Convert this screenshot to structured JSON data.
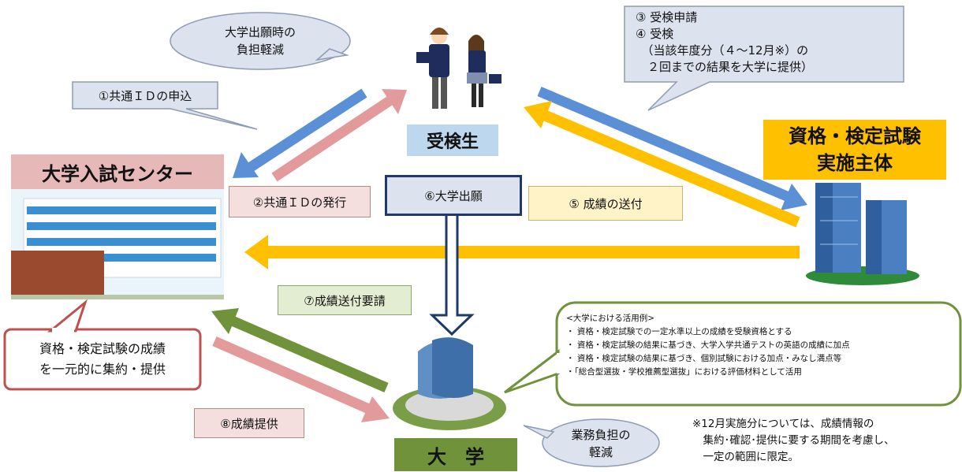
{
  "nodes": {
    "student": {
      "label": "受検生"
    },
    "center": {
      "label": "大学入試センター"
    },
    "provider": {
      "label": "資格・検定試験\n実施主体"
    },
    "university": {
      "label": "大　学"
    }
  },
  "bubbles": {
    "student_burden": "大学出願時の\n負担軽減",
    "exam_steps": "③ 受検申請\n④ 受検\n　（当該年度分（４～12月※）の\n　２回までの結果を大学に提供）",
    "center_role": "資格・検定試験の成績\nを一元的に集約・提供",
    "univ_burden": "業務負担の\n軽減",
    "step1": "①共通ＩＤの申込"
  },
  "steps": {
    "step2": "②共通ＩＤの発行",
    "step5": "⑤ 成績の送付",
    "step6": "⑥大学出願",
    "step7": "⑦成績送付要請",
    "step8": "⑧成績提供"
  },
  "usage": {
    "title": "<大学における活用例>",
    "items": [
      "・ 資格・検定試験での一定水準以上の成績を受験資格とする",
      "・ 資格・検定試験の結果に基づき、大学入学共通テストの英語の成績に加点",
      "・ 資格・検定試験の結果に基づき、個別試験における加点・みなし満点等",
      "・「総合型選抜・学校推薦型選抜」における評価材料として活用"
    ]
  },
  "footnote": "※12月実施分については、成績情報の\n　集約･確認･提供に要する期間を考慮し、\n　一定の範囲に限定。",
  "colors": {
    "blue_arrow": "#5b8fd6",
    "pink_arrow": "#e39a9a",
    "yellow_arrow": "#ffc000",
    "green_arrow": "#70923a",
    "navy_arrow": "#1f3a68",
    "university_band": "#70923a",
    "provider_band": "#ffc000",
    "center_band": "#e6b8b7",
    "student_band": "#bdd7ee"
  }
}
